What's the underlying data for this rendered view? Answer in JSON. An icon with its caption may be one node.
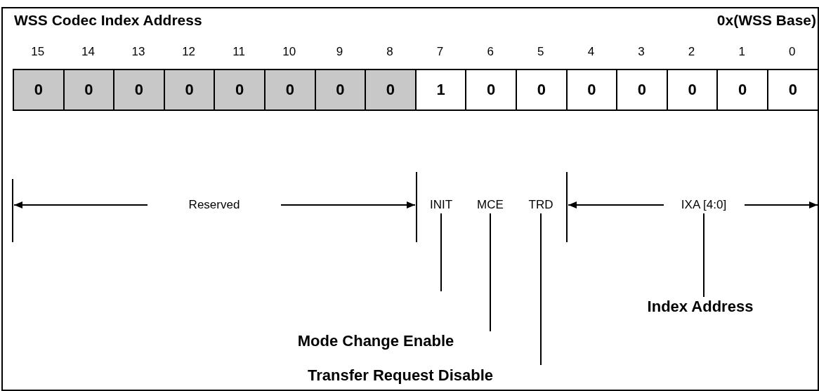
{
  "diagram": {
    "title": "WSS Codec Index Address",
    "nodes": [
      {
        "text": [
          "0"
        ],
        "beside": [
          "15"
        ]
      },
      {
        "text": [
          "0"
        ],
        "beside": [
          "14"
        ]
      },
      {
        "text": [
          "0"
        ],
        "beside": [
          "13"
        ]
      },
      {
        "text": [
          "0"
        ],
        "beside": [
          "12"
        ]
      },
      {
        "text": [
          "0"
        ],
        "beside": [
          "11"
        ]
      },
      {
        "text": [
          "0"
        ],
        "beside": [
          "10"
        ]
      },
      {
        "text": [
          "0"
        ],
        "beside": [
          "9"
        ]
      },
      {
        "text": [
          "0"
        ],
        "beside": [
          "8"
        ]
      },
      {
        "text": [
          "1"
        ],
        "beside": [
          "7"
        ]
      },
      {
        "text": [
          "0"
        ],
        "beside": [
          "6"
        ]
      },
      {
        "text": [
          "0"
        ],
        "beside": [
          "5"
        ]
      },
      {
        "text": [
          "0"
        ],
        "beside": [
          "4"
        ]
      },
      {
        "text": [
          "0"
        ],
        "beside": [
          "3"
        ]
      },
      {
        "text": [
          "0"
        ],
        "beside": [
          "2"
        ]
      },
      {
        "text": [
          "0"
        ],
        "beside": [
          "1"
        ]
      },
      {
        "text": [
          "0"
        ],
        "beside": [
          "0"
        ]
      },
      {
        "text": [
          "INIT"
        ]
      },
      {
        "text": [
          "MCE"
        ]
      },
      {
        "text": [
          "TRD"
        ]
      },
      {
        "text": [
          "IXA [4:0]"
        ]
      },
      {
        "text": [
          "Index Address"
        ]
      },
      {
        "text": [
          "Mode Change Enable"
        ]
      },
      {
        "text": [
          "Transfer Request Disable"
        ]
      }
    ],
    "edges": [
      {
        "from": 16,
        "to": null,
        "arrow": "none"
      },
      {
        "from": 17,
        "to": 21,
        "arrow": "none"
      },
      {
        "from": 18,
        "to": 22,
        "arrow": "none"
      },
      {
        "from": 19,
        "to": 20,
        "arrow": "none"
      }
    ],
    "labels": [
      "0x(WSS Base)",
      "Reserved"
    ]
  }
}
